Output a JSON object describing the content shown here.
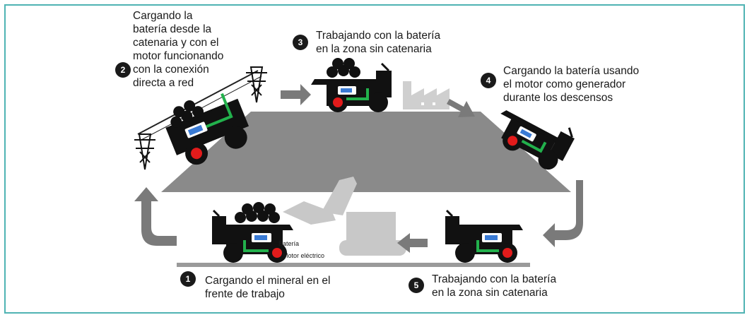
{
  "steps": [
    {
      "number": "1",
      "lines": [
        "Cargando el mineral en el",
        "frente de trabajo"
      ]
    },
    {
      "number": "2",
      "lines": [
        "Cargando la",
        "batería desde la",
        "catenaria y con el",
        "motor funcionando",
        "con la conexión",
        "directa a red"
      ]
    },
    {
      "number": "3",
      "lines": [
        "Trabajando con la batería",
        "en la zona sin catenaria"
      ]
    },
    {
      "number": "4",
      "lines": [
        "Cargando la batería usando",
        "el motor como generador",
        "durante los descensos"
      ]
    },
    {
      "number": "5",
      "lines": [
        "Trabajando con la batería",
        "en la zona sin catenaria"
      ]
    }
  ],
  "legend": {
    "battery": "Batería",
    "motor": "Motor eléctrico"
  },
  "colors": {
    "frame": "#4fb3b3",
    "ramp": "#8a8a8a",
    "arrow": "#7a7a7a",
    "truck": "#111111",
    "battery": "#3a7bd5",
    "flow": "#22b14c",
    "motor": "#e21b1b"
  }
}
